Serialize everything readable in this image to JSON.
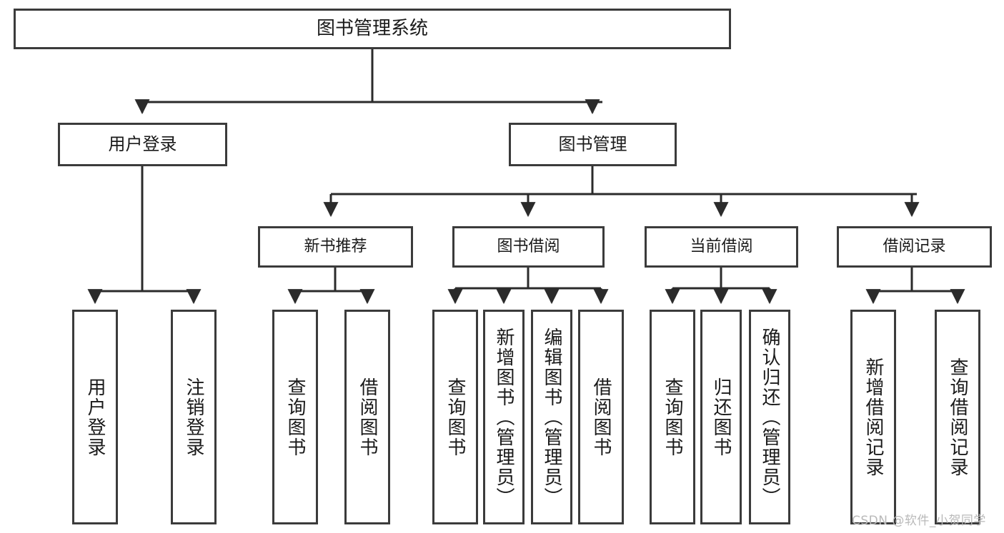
{
  "diagram": {
    "type": "tree-hierarchy-chart",
    "title": "图书管理系统",
    "style": {
      "box_border": "#3b3b3b",
      "box_fill": "#ffffff",
      "edge_color": "#2b2b2b",
      "text_color": "#1a1a1a",
      "background": "#ffffff"
    },
    "root": {
      "label": "图书管理系统"
    },
    "level2": [
      {
        "id": "user-login",
        "label": "用户登录"
      },
      {
        "id": "book-management",
        "label": "图书管理"
      }
    ],
    "level3": [
      {
        "id": "new-book-recommend",
        "label": "新书推荐"
      },
      {
        "id": "book-borrow",
        "label": "图书借阅"
      },
      {
        "id": "current-borrow",
        "label": "当前借阅"
      },
      {
        "id": "borrow-record",
        "label": "借阅记录"
      }
    ],
    "leaves": {
      "user_login": [
        {
          "id": "leaf-user-login",
          "label": "用户登录"
        },
        {
          "id": "leaf-logout-login",
          "label": "注销登录"
        }
      ],
      "new_book_recommend": [
        {
          "id": "leaf-query-book-1",
          "label": "查询图书"
        },
        {
          "id": "leaf-borrow-book-1",
          "label": "借阅图书"
        }
      ],
      "book_borrow": [
        {
          "id": "leaf-query-book-2",
          "label": "查询图书"
        },
        {
          "id": "leaf-add-book",
          "label": "新增图书（管理员）"
        },
        {
          "id": "leaf-edit-book",
          "label": "编辑图书（管理员）"
        },
        {
          "id": "leaf-borrow-book-2",
          "label": "借阅图书"
        }
      ],
      "current_borrow": [
        {
          "id": "leaf-query-book-3",
          "label": "查询图书"
        },
        {
          "id": "leaf-return-book",
          "label": "归还图书"
        },
        {
          "id": "leaf-confirm-return",
          "label": "确认归还（管理员）"
        }
      ],
      "borrow_record": [
        {
          "id": "leaf-add-record",
          "label": "新增借阅记录"
        },
        {
          "id": "leaf-query-record",
          "label": "查询借阅记录"
        }
      ]
    }
  },
  "watermark": {
    "text": "CSDN @软件_小贺同学"
  }
}
